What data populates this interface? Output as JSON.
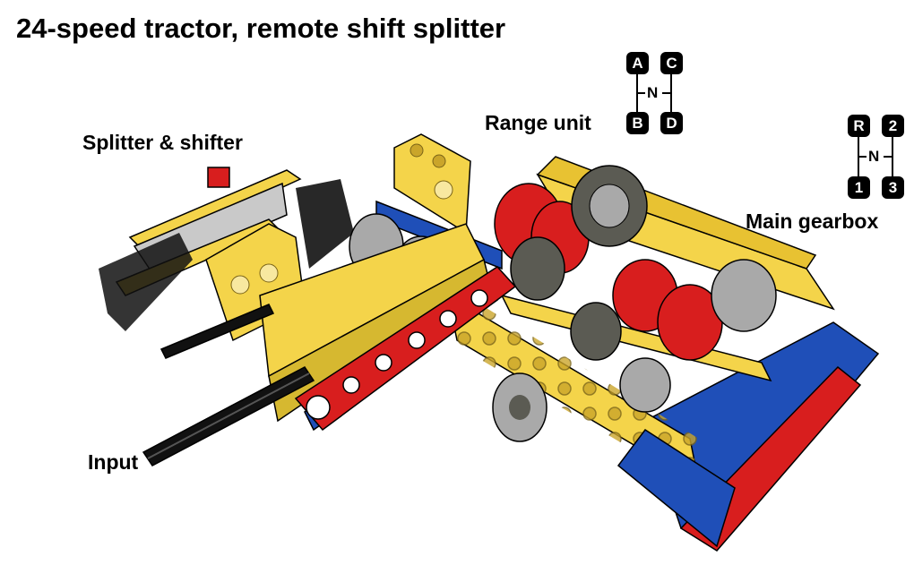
{
  "title": "24-speed tractor, remote shift splitter",
  "labels": {
    "splitter": "Splitter & shifter",
    "range": "Range unit",
    "main": "Main gearbox",
    "input": "Input"
  },
  "range_pattern": {
    "tl": "A",
    "tr": "C",
    "n": "N",
    "bl": "B",
    "br": "D"
  },
  "main_pattern": {
    "tl": "R",
    "tr": "2",
    "n": "N",
    "bl": "1",
    "br": "3"
  },
  "colors": {
    "yellow": "#f4d44a",
    "red": "#d81e1e",
    "blue": "#1f4fb8",
    "dark_gray": "#5b5b53",
    "light_gray": "#a9a9a9",
    "black": "#111111"
  }
}
